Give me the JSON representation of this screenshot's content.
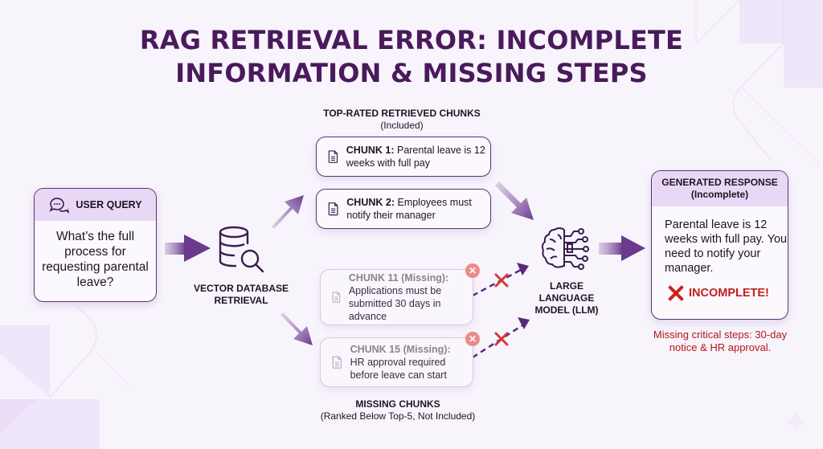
{
  "title": {
    "line1": "RAG RETRIEVAL ERROR: INCOMPLETE",
    "line2": "INFORMATION & MISSING STEPS"
  },
  "user_query": {
    "icon": "chat-bubbles-icon",
    "label": "USER QUERY",
    "text": "What’s the full process for requesting parental leave?"
  },
  "vector_db": {
    "icon": "database-search-icon",
    "label_line1": "VECTOR DATABASE",
    "label_line2": "RETRIEVAL"
  },
  "top_chunks": {
    "heading": "TOP-RATED RETRIEVED CHUNKS",
    "subheading": "(Included)",
    "items": [
      {
        "id": "CHUNK 1:",
        "text": "Parental leave is 12 weeks with full pay",
        "icon": "document-icon"
      },
      {
        "id": "CHUNK 2:",
        "text": "Employees must notify their manager",
        "icon": "document-icon"
      }
    ]
  },
  "missing_chunks": {
    "heading": "MISSING CHUNKS",
    "subheading": "(Ranked Below Top-5, Not Included)",
    "items": [
      {
        "id": "CHUNK 11 (Missing):",
        "text": "Applications must be submitted 30 days in advance",
        "icon": "document-icon",
        "badge": "✕"
      },
      {
        "id": "CHUNK 15 (Missing):",
        "text": "HR approval required before leave can start",
        "icon": "document-icon",
        "badge": "✕"
      }
    ]
  },
  "llm": {
    "icon": "brain-circuit-icon",
    "label_line1": "LARGE",
    "label_line2": "LANGUAGE",
    "label_line3": "MODEL (LLM)"
  },
  "response": {
    "heading": "GENERATED RESPONSE",
    "subheading": "(Incomplete)",
    "text": "Parental leave is 12 weeks with full pay. You need to notify your manager.",
    "status_icon": "✕",
    "status": "INCOMPLETE!",
    "note": "Missing critical steps: 30-day notice & HR approval."
  },
  "colors": {
    "title": "#4a1a5c",
    "accent": "#6b3a8c",
    "header_band": "#e8d8f6",
    "error": "#c41d1d",
    "error_badge": "#ec8a8a"
  }
}
